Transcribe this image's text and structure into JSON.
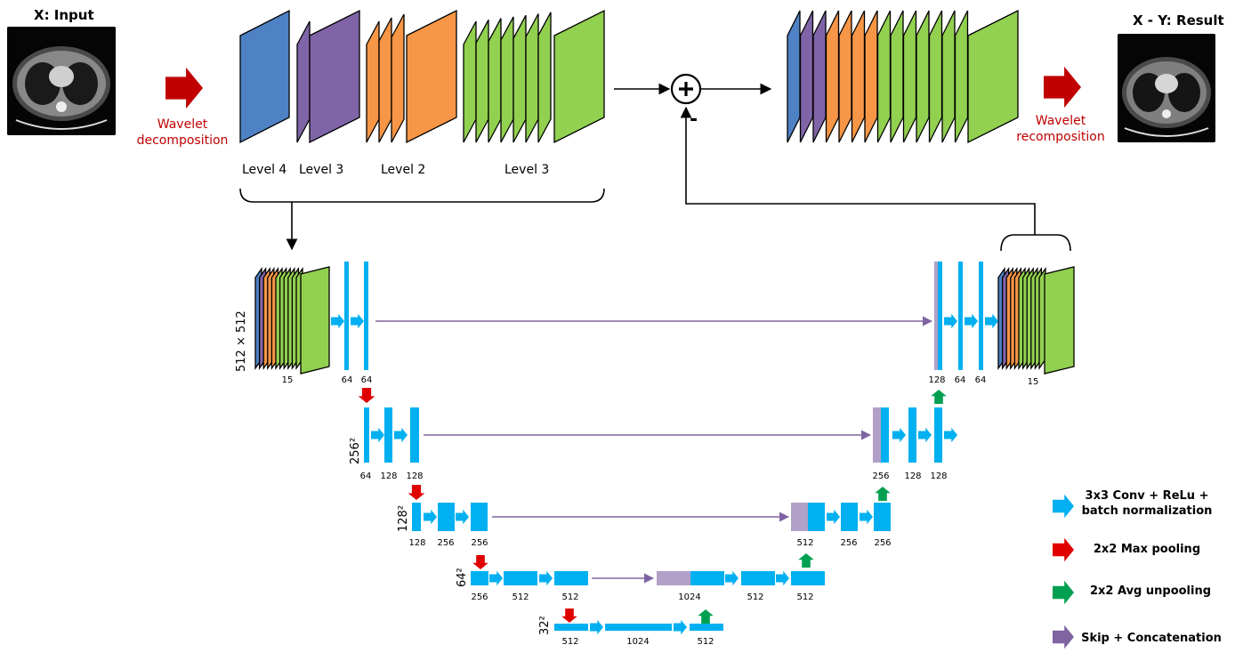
{
  "top": {
    "input_title": "X: Input",
    "result_title": "X - Y: Result",
    "wavelet_decomposition": [
      "Wavelet",
      "decomposition"
    ],
    "wavelet_recomposition": [
      "Wavelet",
      "recomposition"
    ],
    "levels": [
      "Level 4",
      "Level 3",
      "Level 2",
      "Level 3"
    ],
    "minus_sign": "-"
  },
  "unet": {
    "side_labels": [
      "512 × 512",
      "256²",
      "128²",
      "64²",
      "32²"
    ],
    "row1": [
      "15",
      "64",
      "64",
      "128",
      "64",
      "64",
      "15"
    ],
    "row2": [
      "64",
      "128",
      "128",
      "256",
      "128",
      "128"
    ],
    "row3": [
      "128",
      "256",
      "256",
      "512",
      "256",
      "256"
    ],
    "row4": [
      "256",
      "512",
      "512",
      "1024",
      "512",
      "512"
    ],
    "row5": [
      "512",
      "1024",
      "512"
    ]
  },
  "legend": {
    "conv": [
      "3x3 Conv + ReLu +",
      "batch normalization"
    ],
    "maxpool": "2x2 Max pooling",
    "unpool": "2x2 Avg unpooling",
    "skip": "Skip + Concatenation"
  },
  "colors": {
    "level4": "#4f81c5",
    "level3": "#8064a8",
    "level2": "#f79646",
    "level1": "#92d050",
    "conv": "#00b0f0",
    "maxpool": "#e00000",
    "unpool": "#00a050",
    "skip": "#8064a2",
    "concat_block": "#b1a0c7",
    "wavelet_arrow": "#c00000"
  }
}
